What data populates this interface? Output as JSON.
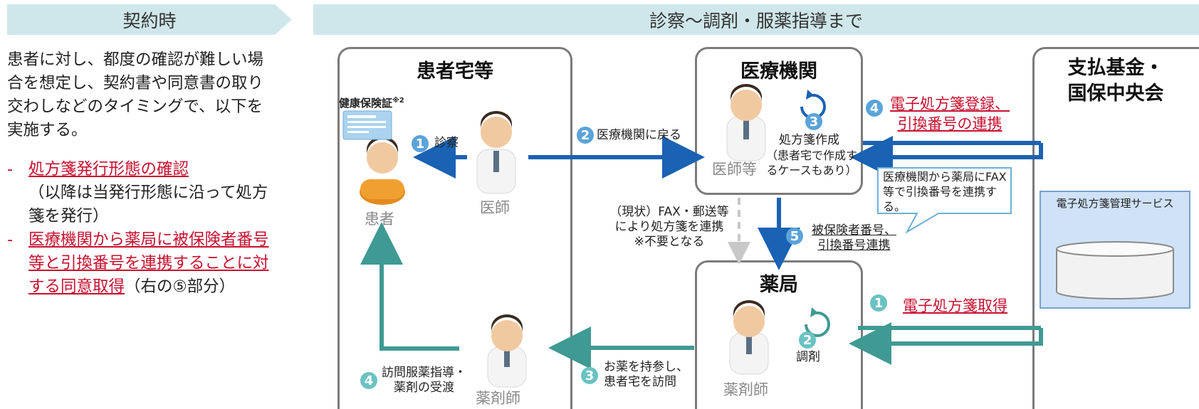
{
  "banners": {
    "left": "契約時",
    "right": "診察〜調剤・服薬指導まで"
  },
  "left_panel": {
    "intro": "患者に対し、都度の確認が難しい場合を想定し、契約書や同意書の取り交わしなどのタイミングで、以下を実施する。",
    "bullets": [
      {
        "dash": "-",
        "underlined": "処方箋発行形態の確認",
        "plain": "（以降は当発行形態に沿って処方箋を発行）"
      },
      {
        "dash": "-",
        "underlined": "医療機関から薬局に被保険者番号等と引換番号を連携することに対する同意取得",
        "plain": "（右の⑤部分）"
      }
    ]
  },
  "boxes": {
    "home": {
      "title": "患者宅等"
    },
    "clinic": {
      "title": "医療機関"
    },
    "pharmacy": {
      "title": "薬局"
    },
    "fund": {
      "title_line1": "支払基金・",
      "title_line2": "国保中央会"
    }
  },
  "labels": {
    "insurance_card": "健康保険証",
    "insurance_card_sup": "※2",
    "patient": "患者",
    "doctor": "医師",
    "doctor_etc": "医師等",
    "pharmacist_home": "薬剤師",
    "pharmacist_pharmacy": "薬剤師",
    "step1_exam": "診察",
    "step2_return": "医療機関に戻る",
    "step3_create": "処方箋作成",
    "step3_note": "（患者宅で作成するケースもあり）",
    "step4_register_line1": "電子処方箋登録、",
    "step4_register_line2": "引換番号の連携",
    "callout": "医療機関から薬局にFAX等で引換番号を連携する。",
    "service": "電子処方箋管理サービス",
    "fax_note_line1": "（現状）FAX・郵送等",
    "fax_note_line2": "により処方箋を連携",
    "fax_note_line3": "※不要となる",
    "step5_line1": "被保険者番号、",
    "step5_line2": "引換番号連携",
    "p1_get": "電子処方箋取得",
    "p2_dispense": "調剤",
    "p3_visit_line1": "お薬を持参し、",
    "p3_visit_line2": "患者宅を訪問",
    "p4_guidance_line1": "訪問服薬指導・",
    "p4_guidance_line2": "薬剤の受渡"
  },
  "badges": {
    "b1": "1",
    "b2": "2",
    "b3": "3",
    "b4": "4",
    "b5": "5",
    "t1": "1",
    "t2": "2",
    "t3": "3",
    "t4": "4"
  },
  "colors": {
    "banner_bg": "#cfe7ea",
    "box_border": "#7b7b7b",
    "blue_arrow": "#1a62b3",
    "teal_arrow": "#3f9a93",
    "red_text": "#c8102e",
    "service_bg": "#cfe2f7"
  }
}
